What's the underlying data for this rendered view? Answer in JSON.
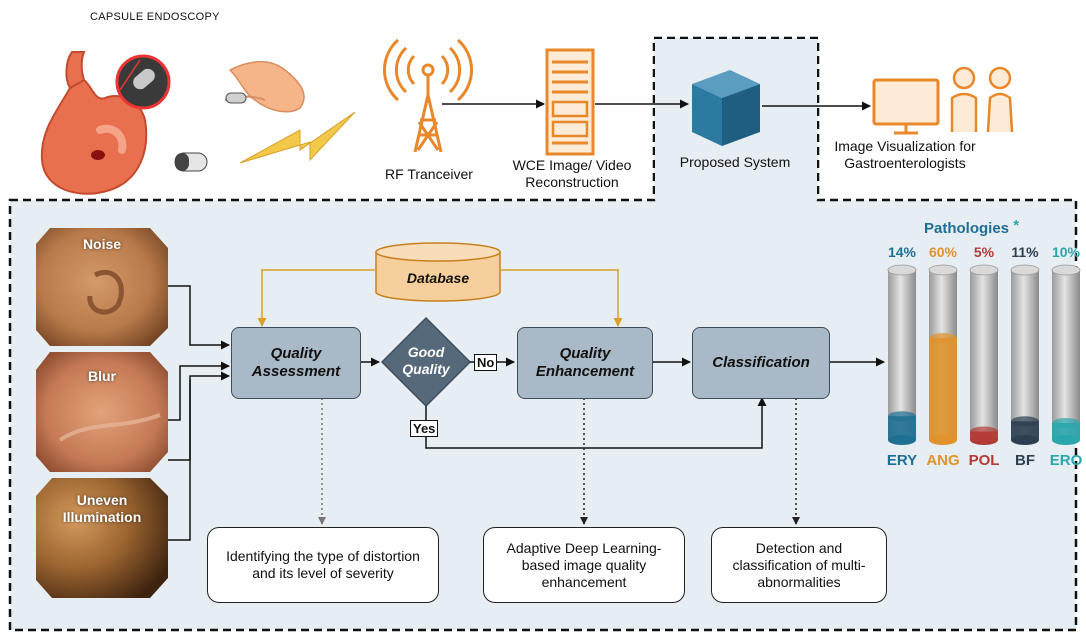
{
  "header": {
    "capsule_title": "CAPSULE ENDOSCOPY",
    "rf_label": "RF Tranceiver",
    "wce_label": "WCE Image/ Video Reconstruction",
    "proposed_label": "Proposed System",
    "visualization_label": "Image Visualization for Gastroenterologists"
  },
  "inputs": [
    {
      "label": "Noise"
    },
    {
      "label": "Blur"
    },
    {
      "label": "Uneven Illumination"
    }
  ],
  "pipeline": {
    "database": "Database",
    "quality_assessment": "Quality Assessment",
    "decision": "Good Quality",
    "no_label": "No",
    "yes_label": "Yes",
    "quality_enhancement": "Quality Enhancement",
    "classification": "Classification"
  },
  "notes": {
    "assessment": "Identifying the type of distortion and its level of severity",
    "enhancement": "Adaptive Deep Learning-based image quality enhancement",
    "classification": "Detection and classification of multi-abnormalities"
  },
  "pathologies": {
    "title": "Pathologies",
    "asterisk": "*",
    "items": [
      {
        "code": "ERY",
        "percent": "14%",
        "value": 14,
        "color": "#1f6f93"
      },
      {
        "code": "ANG",
        "percent": "60%",
        "value": 60,
        "color": "#e0922c"
      },
      {
        "code": "POL",
        "percent": "5%",
        "value": 5,
        "color": "#b23b36"
      },
      {
        "code": "BF",
        "percent": "11%",
        "value": 11,
        "color": "#2e3f52"
      },
      {
        "code": "ERO",
        "percent": "10%",
        "value": 10,
        "color": "#2aa6ad"
      }
    ]
  },
  "colors": {
    "panel_bg": "#e6edf3",
    "box_fill": "#a9b9c7",
    "database_fill": "#f6cf9c",
    "database_stroke": "#c8801f",
    "arrow_gold": "#d9a12a",
    "rf_orange": "#e8882a",
    "cube": "#2d7aa0"
  }
}
